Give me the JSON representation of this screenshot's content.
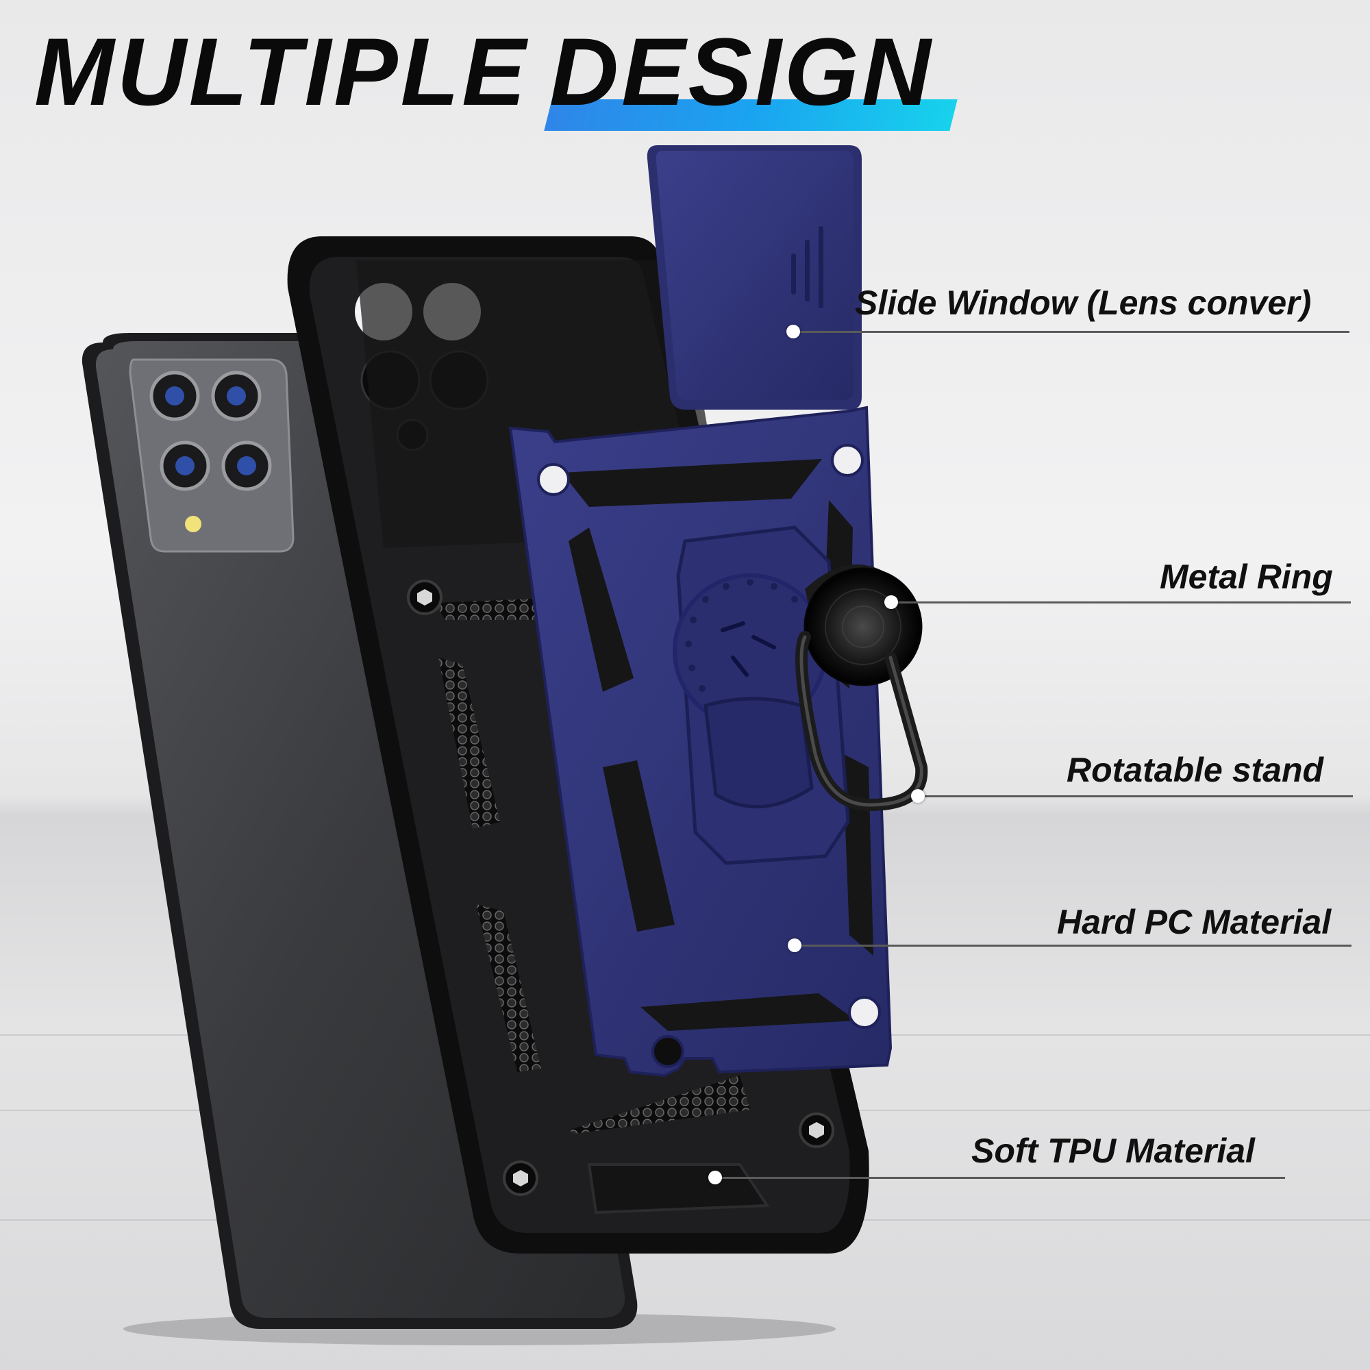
{
  "title": {
    "word1": "MULTIPLE",
    "word2": "DESIGN"
  },
  "callouts": [
    {
      "id": "slide-window",
      "label": "Slide Window (Lens conver)"
    },
    {
      "id": "metal-ring",
      "label": "Metal Ring"
    },
    {
      "id": "rotatable-stand",
      "label": "Rotatable stand"
    },
    {
      "id": "hard-pc",
      "label": "Hard PC Material"
    },
    {
      "id": "soft-tpu",
      "label": "Soft TPU Material"
    }
  ],
  "colors": {
    "accent_gradient_start": "#2f86e8",
    "accent_gradient_end": "#18d2ec",
    "case_blue": "#2e3275",
    "case_black": "#141414",
    "phone_gray": "#3c3d40"
  }
}
